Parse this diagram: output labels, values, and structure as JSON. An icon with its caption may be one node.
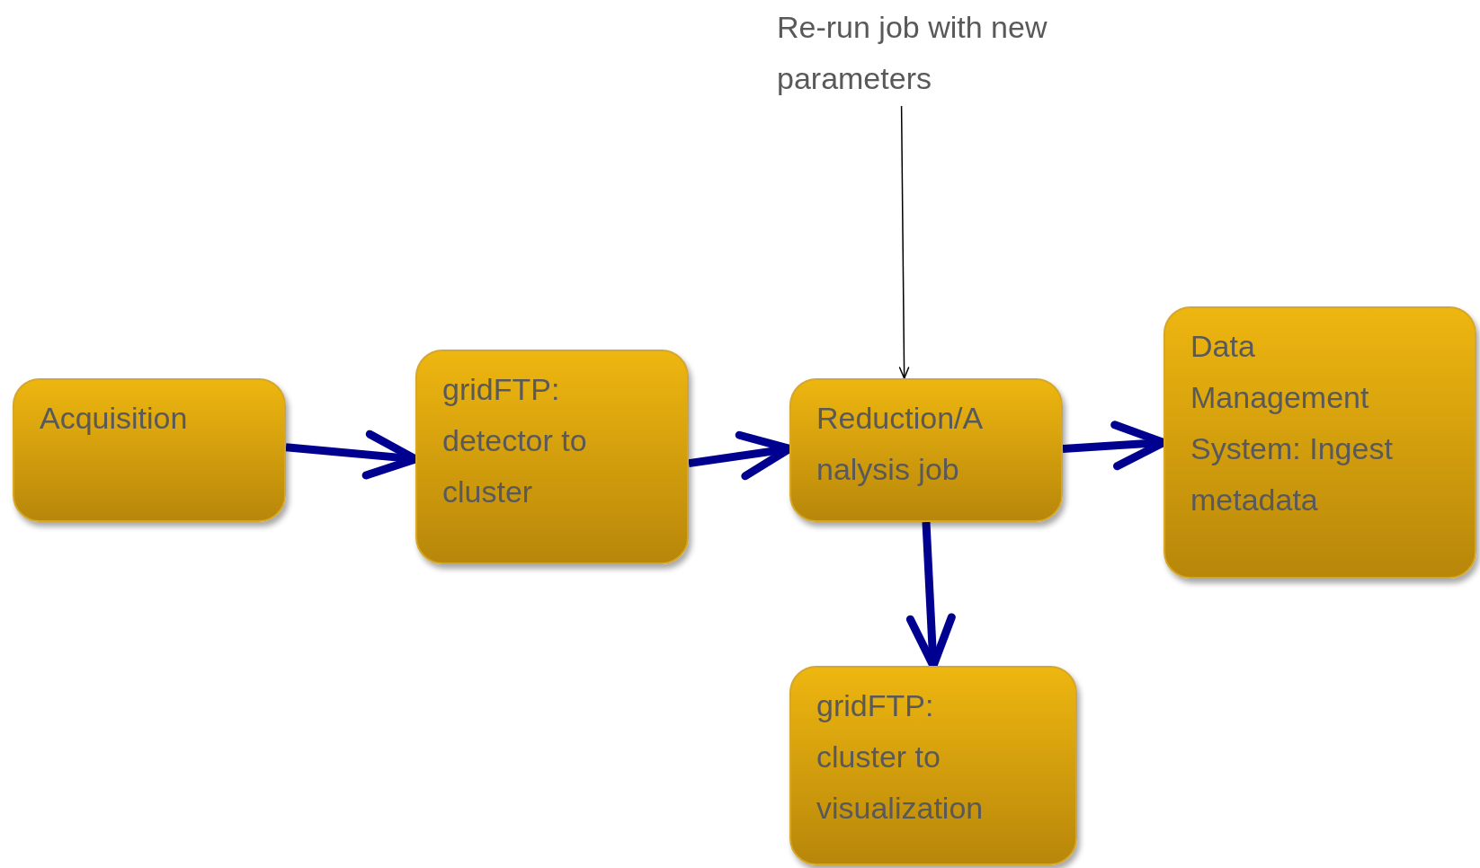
{
  "diagram": {
    "nodes": [
      {
        "text": [
          "Acquisition"
        ]
      },
      {
        "text": [
          "gridFTP: detector to cluster"
        ]
      },
      {
        "text": [
          "Reduction/A nalysis job"
        ]
      },
      {
        "text": [
          "Data Management System: Ingest metadata"
        ]
      },
      {
        "text": [
          "gridFTP: cluster to visualization"
        ]
      },
      {
        "text": [
          "Re-run job with new parameters"
        ]
      }
    ],
    "edges": [
      {
        "from": 0,
        "to": 1,
        "arrow": "to"
      },
      {
        "from": 1,
        "to": 2,
        "arrow": "to"
      },
      {
        "from": 2,
        "to": 3,
        "arrow": "to"
      },
      {
        "from": 2,
        "to": 4,
        "arrow": "to"
      },
      {
        "from": 5,
        "to": 2,
        "arrow": "to",
        "color": "#000000"
      }
    ]
  }
}
